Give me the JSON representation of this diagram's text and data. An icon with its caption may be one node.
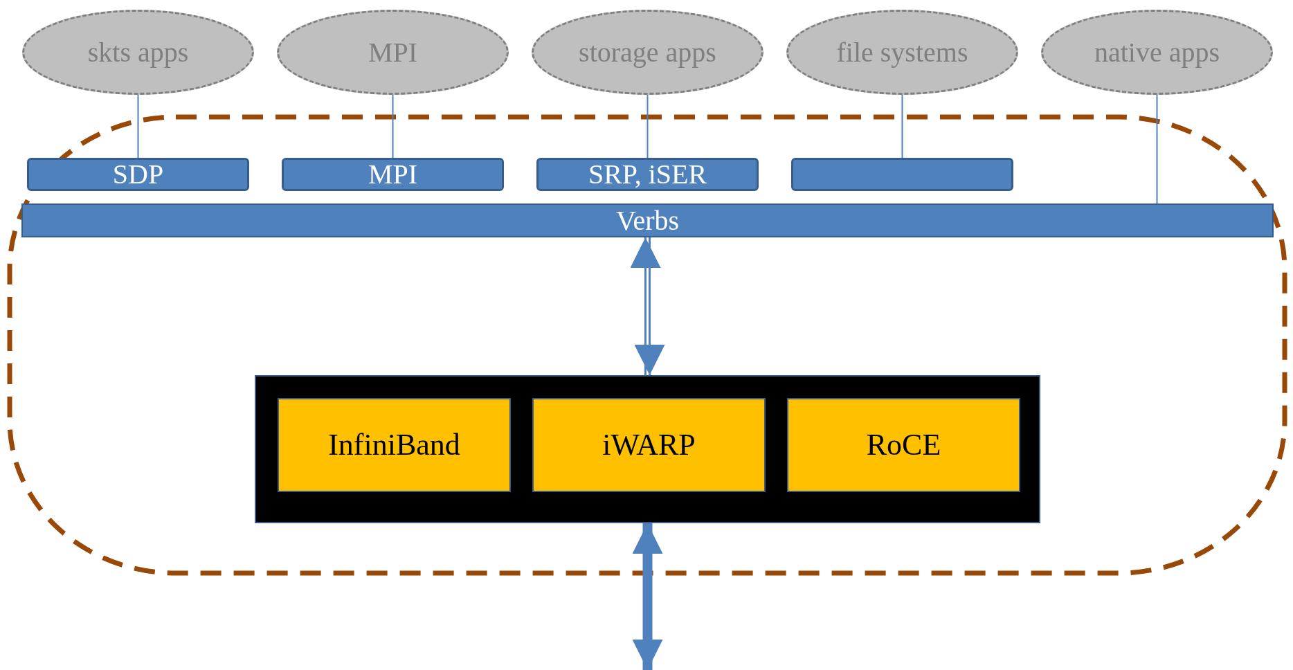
{
  "diagram": {
    "nodes": [
      {
        "text": [
          "skts apps"
        ]
      },
      {
        "text": [
          "MPI"
        ]
      },
      {
        "text": [
          "storage apps"
        ]
      },
      {
        "text": [
          "file systems"
        ]
      },
      {
        "text": [
          "native apps"
        ]
      },
      {
        "text": [
          "SDP"
        ]
      },
      {
        "text": [
          "MPI"
        ]
      },
      {
        "text": [
          "SRP, iSER"
        ]
      },
      {
        "text": [],
        "shape": "box"
      },
      {
        "text": [
          "Verbs"
        ]
      },
      {
        "text": [],
        "shape": "box"
      },
      {
        "text": [
          "InfiniBand"
        ],
        "in": 10
      },
      {
        "text": [
          "iWARP"
        ],
        "in": 10
      },
      {
        "text": [
          "RoCE"
        ],
        "in": 10
      }
    ],
    "edges": [
      {
        "from": 0,
        "to": 5,
        "arrow": "none"
      },
      {
        "from": 1,
        "to": 6,
        "arrow": "none"
      },
      {
        "from": 2,
        "to": 7,
        "arrow": "none"
      },
      {
        "from": 3,
        "to": 8,
        "arrow": "none"
      },
      {
        "from": 4,
        "to": 9,
        "arrow": "none"
      },
      {
        "from": 9,
        "to": 10,
        "arrow": "both"
      },
      {
        "from": 10,
        "to": null,
        "arrow": "both",
        "style": "thick"
      }
    ]
  }
}
